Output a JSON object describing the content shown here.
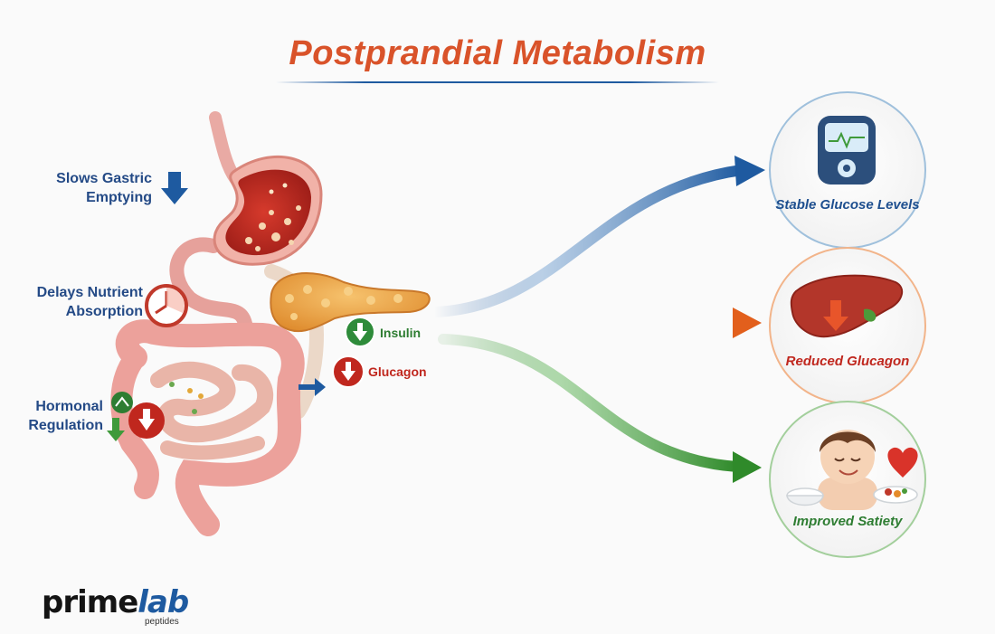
{
  "title": "Postprandial Metabolism",
  "left_labels": {
    "gastric": [
      "Slows Gastric",
      "Emptying"
    ],
    "absorption": [
      "Delays Nutrient",
      "Absorption"
    ],
    "hormonal": [
      "Hormonal",
      "Regulation"
    ]
  },
  "hormones": {
    "insulin": "Insulin",
    "glucagon": "Glucagon"
  },
  "outcomes": {
    "glucose": "Stable Glucose Levels",
    "glucagon": "Reduced Glucagon",
    "satiety": "Improved Satiety"
  },
  "logo": {
    "prime": "prime",
    "lab": "lab",
    "sub": "peptides"
  },
  "colors": {
    "title": "#d9532a",
    "blue": "#1e5aa0",
    "orange": "#e8702a",
    "green": "#3f9a3a",
    "red": "#c0271e"
  },
  "icons": [
    "down-arrow-icon",
    "clock-icon",
    "glucose-meter-icon",
    "liver-icon",
    "heart-icon",
    "face-icon"
  ]
}
